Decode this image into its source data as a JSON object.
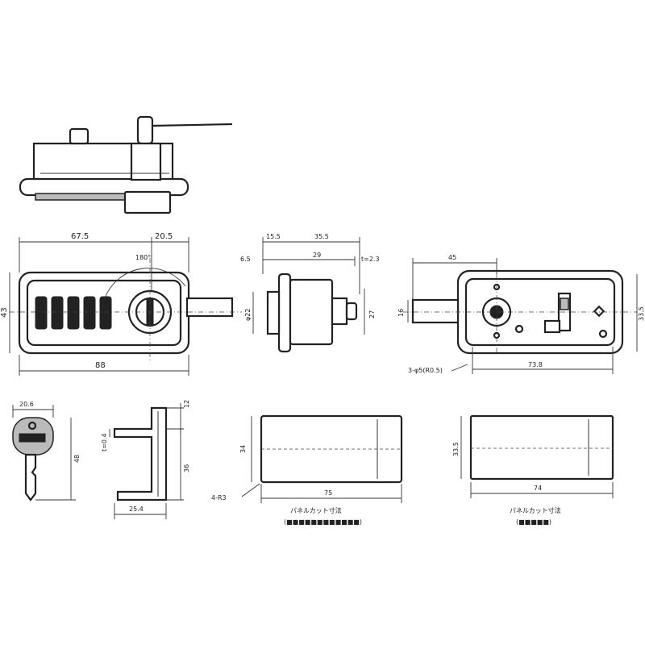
{
  "dimensions": {
    "d_67_5": "67.5",
    "d_20_5": "20.5",
    "d_180": "180°",
    "d_43": "43",
    "d_88": "88",
    "d_15_5": "15.5",
    "d_35_5": "35.5",
    "d_6_5": "6.5",
    "d_29": "29",
    "d_t2_3": "t=2.3",
    "d_phi22": "φ22",
    "d_27": "27",
    "d_45": "45",
    "d_16": "16",
    "d_33_5_right": "33.5",
    "d_73_8": "73.8",
    "d_hole": "3-φ5(R0.5)",
    "d_20_6": "20.6",
    "d_48": "48",
    "d_t0_4": "t=0.4",
    "d_12": "12",
    "d_36": "36",
    "d_25_4": "25.4",
    "d_34": "34",
    "d_r3": "4-R3",
    "d_75": "75",
    "d_33_5": "33.5",
    "d_74": "74"
  },
  "labels": {
    "cover1_label": "パネルカット寸法",
    "cover1_sub": "(■■■■■■■■■■■■)",
    "cover2_label": "パネルカット寸法",
    "cover2_sub": "(■■■■■)",
    "key_tag": "■■■■"
  }
}
